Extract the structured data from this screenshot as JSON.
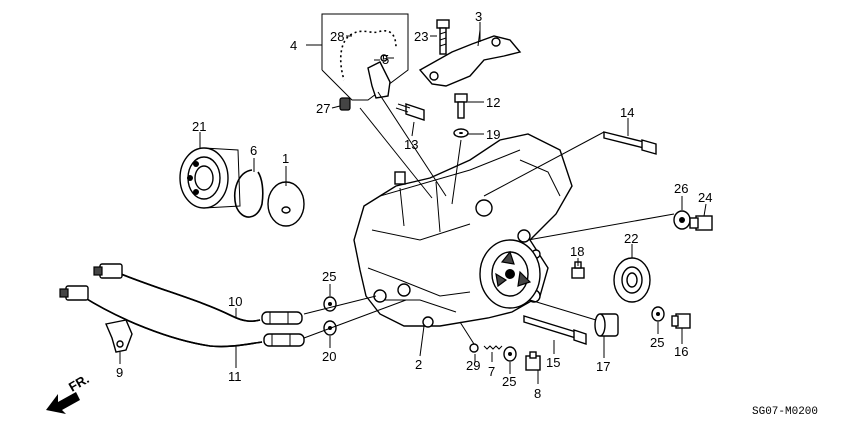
{
  "diagram_code": "SG07-M0200",
  "direction_label": "FR.",
  "callouts": {
    "c1": "1",
    "c2": "2",
    "c3": "3",
    "c4": "4",
    "c5": "5",
    "c6": "6",
    "c7": "7",
    "c8": "8",
    "c9": "9",
    "c10": "10",
    "c11": "11",
    "c12": "12",
    "c13": "13",
    "c14": "14",
    "c15": "15",
    "c16": "16",
    "c17": "17",
    "c18": "18",
    "c19": "19",
    "c20": "20",
    "c21": "21",
    "c22": "22",
    "c23": "23",
    "c24": "24",
    "c25a": "25",
    "c25b": "25",
    "c25c": "25",
    "c26": "26",
    "c27": "27",
    "c28": "28",
    "c29": "29"
  }
}
